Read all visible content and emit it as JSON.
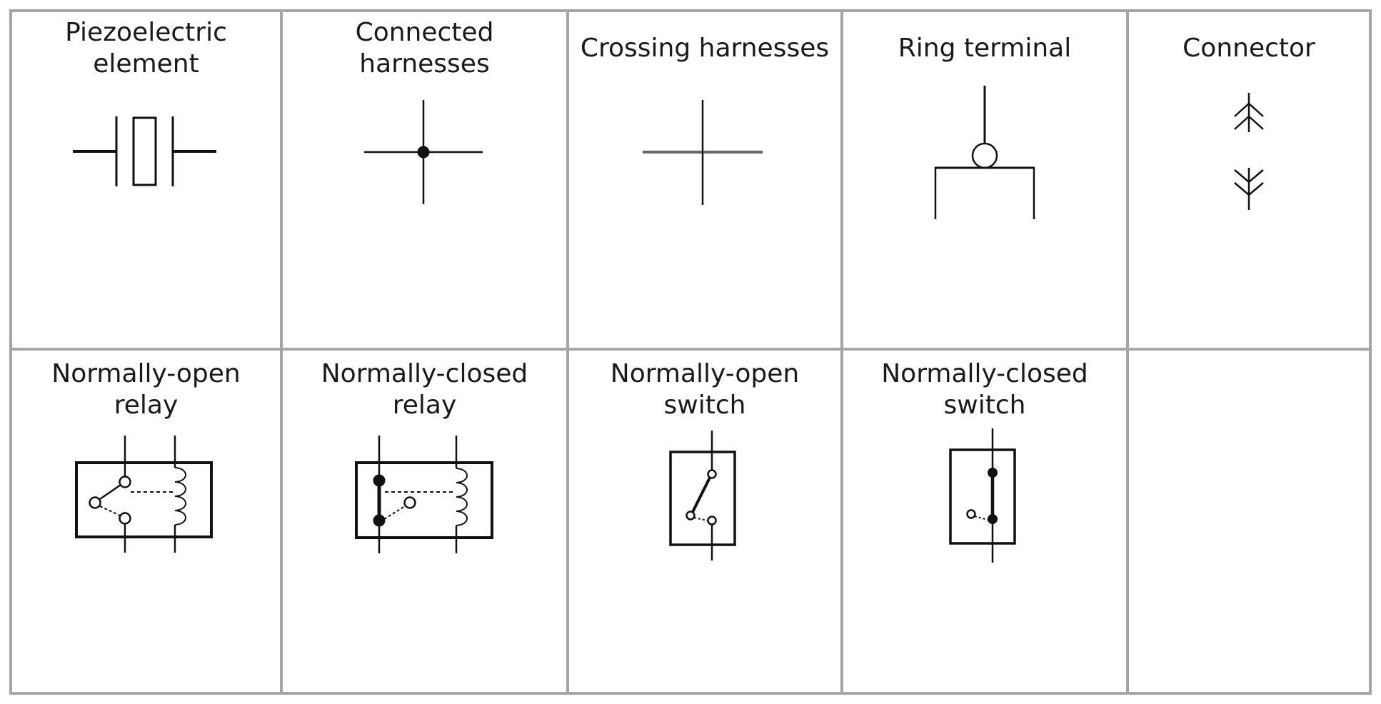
{
  "cells": [
    {
      "label": "Piezoelectric\nelement",
      "symbol": "piezoelectric-element"
    },
    {
      "label": "Connected\nharnesses",
      "symbol": "connected-harnesses"
    },
    {
      "label": "Crossing harnesses",
      "symbol": "crossing-harnesses"
    },
    {
      "label": "Ring terminal",
      "symbol": "ring-terminal"
    },
    {
      "label": "Connector",
      "symbol": "connector"
    },
    {
      "label": "Normally-open\nrelay",
      "symbol": "normally-open-relay"
    },
    {
      "label": "Normally-closed\nrelay",
      "symbol": "normally-closed-relay"
    },
    {
      "label": "Normally-open\nswitch",
      "symbol": "normally-open-switch"
    },
    {
      "label": "Normally-closed\nswitch",
      "symbol": "normally-closed-switch"
    },
    {
      "label": "",
      "symbol": ""
    }
  ],
  "colors": {
    "grid": "#a5a5a5",
    "ink": "#111111",
    "background": "#ffffff"
  }
}
